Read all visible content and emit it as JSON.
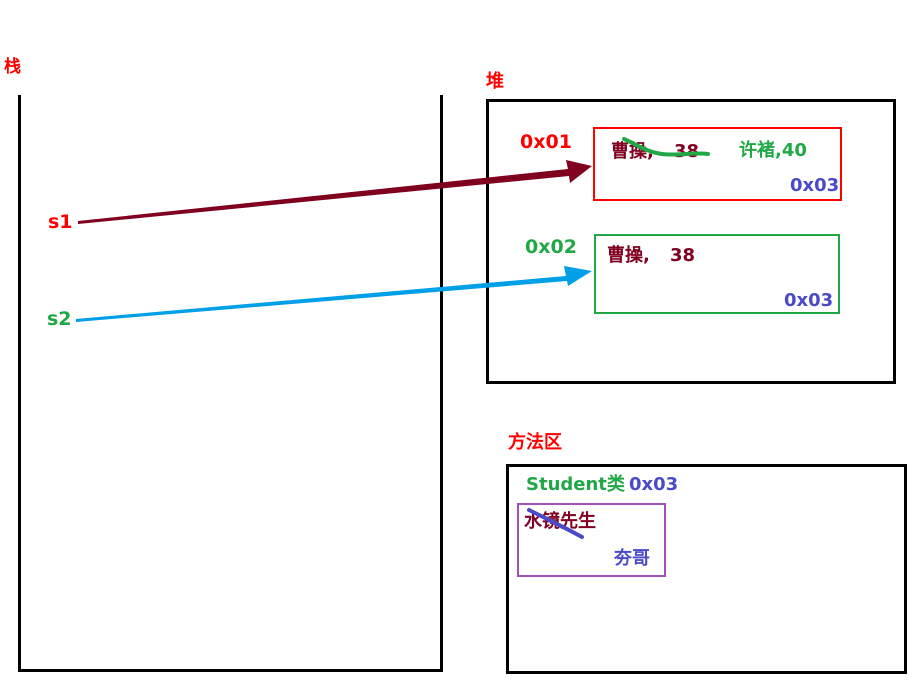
{
  "regions": {
    "stack_label": "栈",
    "heap_label": "堆",
    "method_area_label": "方法区"
  },
  "stack": {
    "var1": "s1",
    "var2": "s2"
  },
  "heap": {
    "obj1": {
      "address": "0x01",
      "name_old": "曹操,",
      "age_old": "38",
      "name_new": "许褚,40",
      "class_ref": "0x03"
    },
    "obj2": {
      "address": "0x02",
      "name": "曹操,",
      "age": "38",
      "class_ref": "0x03"
    }
  },
  "method_area": {
    "class_name": "Student类",
    "class_address": "0x03",
    "static_old": "水镜先生",
    "static_new": "夯哥"
  },
  "colors": {
    "red": "#ff0000",
    "green": "#21a846",
    "darkred": "#800020",
    "blue": "#4a4ac8",
    "cyan": "#00a0e8",
    "purple": "#a050b8",
    "black": "#000000"
  }
}
